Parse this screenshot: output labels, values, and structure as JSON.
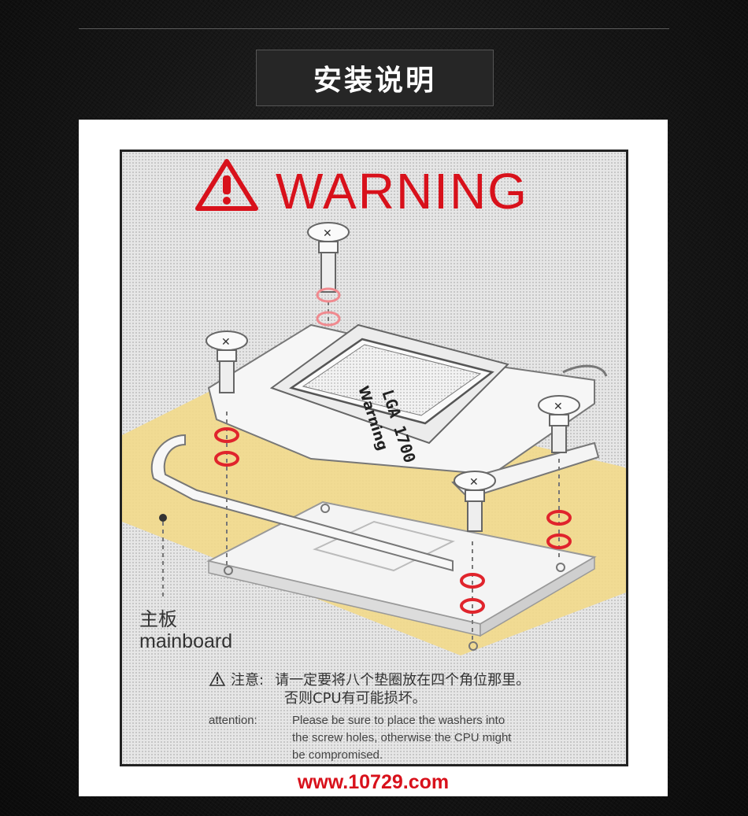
{
  "page": {
    "title": "安装说明"
  },
  "diagram": {
    "warning_title": "WARNING",
    "chip_label": "LGA 1700",
    "chip_warning": "Warning",
    "mainboard_zh": "主板",
    "mainboard_en": "mainboard",
    "note_zh_label": "注意:",
    "note_zh_line1": "请一定要将八个垫圈放在四个角位那里。",
    "note_zh_line2": "否则CPU有可能损坏。",
    "note_en_label": "attention:",
    "note_en_line1": "Please be sure to place the washers into",
    "note_en_line2": "the screw holes, otherwise the CPU might",
    "note_en_line3": "be compromised.",
    "accent_color": "#d8111b",
    "board_color": "#f2d98a"
  },
  "footer": {
    "url": "www.10729.com"
  }
}
